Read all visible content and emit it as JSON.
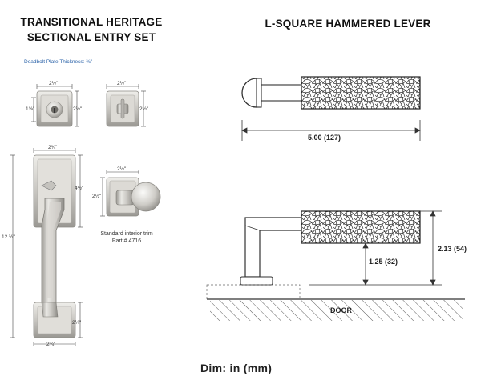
{
  "left_panel": {
    "title_line1": "TRANSITIONAL HERITAGE",
    "title_line2": "SECTIONAL ENTRY SET",
    "deadbolt_note": "Deadbolt Plate Thickness: ⅜\"",
    "dims": {
      "deadbolt_width": "2½\"",
      "deadbolt_inner": "1⅝\"",
      "deadbolt_height": "2½\"",
      "interior_deadbolt_width": "2½\"",
      "interior_deadbolt_height": "2½\"",
      "grip_top_width": "2¾\"",
      "grip_plate_height": "4½\"",
      "overall_height": "12 ½\"",
      "trim_width": "2½\"",
      "trim_height": "2½\"",
      "bottom_height": "2¼\"",
      "bottom_width": "2¾\""
    },
    "trim_caption_line1": "Standard interior trim",
    "trim_caption_line2": "Part # 4716"
  },
  "right_panel": {
    "title": "L-SQUARE HAMMERED LEVER",
    "length_dim": "5.00 (127)",
    "height_dim_small": "1.25 (32)",
    "height_dim_large": "2.13 (54)",
    "door_label": "DOOR"
  },
  "footer": {
    "dim_note": "Dim: in (mm)"
  }
}
